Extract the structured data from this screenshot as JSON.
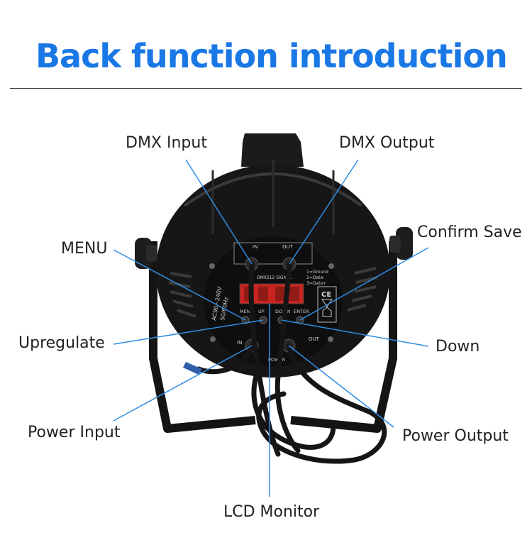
{
  "title": "Back function introduction",
  "colors": {
    "accent": "#1a78e6",
    "leader_line": "#2f8de4",
    "display": "#c9241f"
  },
  "device": {
    "port_in": "IN",
    "port_out": "OUT",
    "signal_label": "DMX512 SIGNAL",
    "voltage": "AC90~240V",
    "frequency": "50/60Hz",
    "pinout": [
      "1=Ground",
      "2=Data-",
      "3=Data+"
    ],
    "ce_mark": "CE",
    "buttons": [
      "MENU",
      "UP",
      "DOWN",
      "ENTER"
    ],
    "power_label": "POWER",
    "power_in": "IN",
    "power_out": "OUT"
  },
  "callouts": {
    "dmx_input": "DMX Input",
    "dmx_output": "DMX Output",
    "menu": "MENU",
    "confirm_save": "Confirm Save",
    "upregulate": "Upregulate",
    "down": "Down",
    "power_input": "Power Input",
    "power_output": "Power Output",
    "lcd_monitor": "LCD Monitor"
  }
}
